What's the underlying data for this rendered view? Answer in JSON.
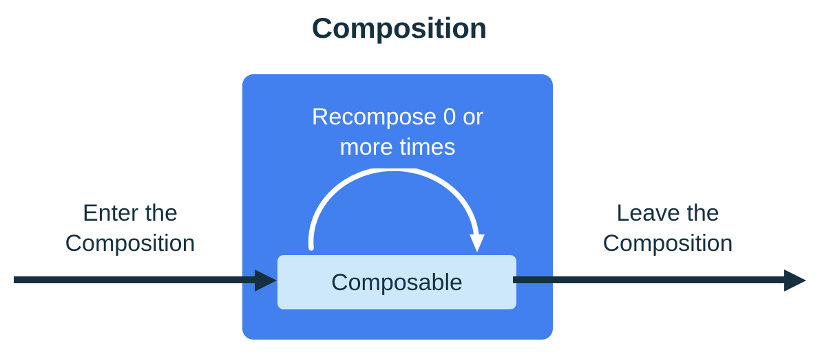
{
  "title": "Composition",
  "composition": {
    "recompose_label_line1": "Recompose 0 or",
    "recompose_label_line2": "more times",
    "composable_label": "Composable",
    "recompose_arrow_icon": "curved-loop-arrow-icon",
    "box_color": "#4280ef",
    "inner_box_color": "#cde7fb"
  },
  "flow": {
    "enter_line1": "Enter the",
    "enter_line2": "Composition",
    "leave_line1": "Leave the",
    "leave_line2": "Composition",
    "enter_arrow_icon": "right-arrow-icon",
    "leave_arrow_icon": "right-arrow-icon",
    "arrow_color": "#16303f"
  },
  "colors": {
    "text_dark": "#16303f",
    "text_light": "#ffffff",
    "background": "#ffffff"
  }
}
